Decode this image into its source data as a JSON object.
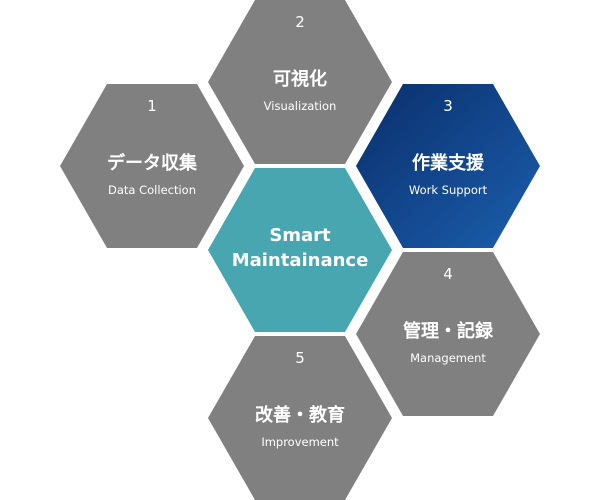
{
  "colors": {
    "gray": "#808080",
    "blue_start": "#0a2e6b",
    "blue_end": "#1b5fae",
    "teal": "#47a6b0"
  },
  "hexagons": {
    "h1": {
      "number": "1",
      "title": "データ収集",
      "subtitle": "Data Collection"
    },
    "h2": {
      "number": "2",
      "title": "可視化",
      "subtitle": "Visualization"
    },
    "h3": {
      "number": "3",
      "title": "作業支援",
      "subtitle": "Work Support"
    },
    "h4": {
      "number": "4",
      "title": "管理・記録",
      "subtitle": "Management"
    },
    "h5": {
      "number": "5",
      "title": "改善・教育",
      "subtitle": "Improvement"
    },
    "center": {
      "line1": "Smart",
      "line2": "Maintainance"
    }
  }
}
